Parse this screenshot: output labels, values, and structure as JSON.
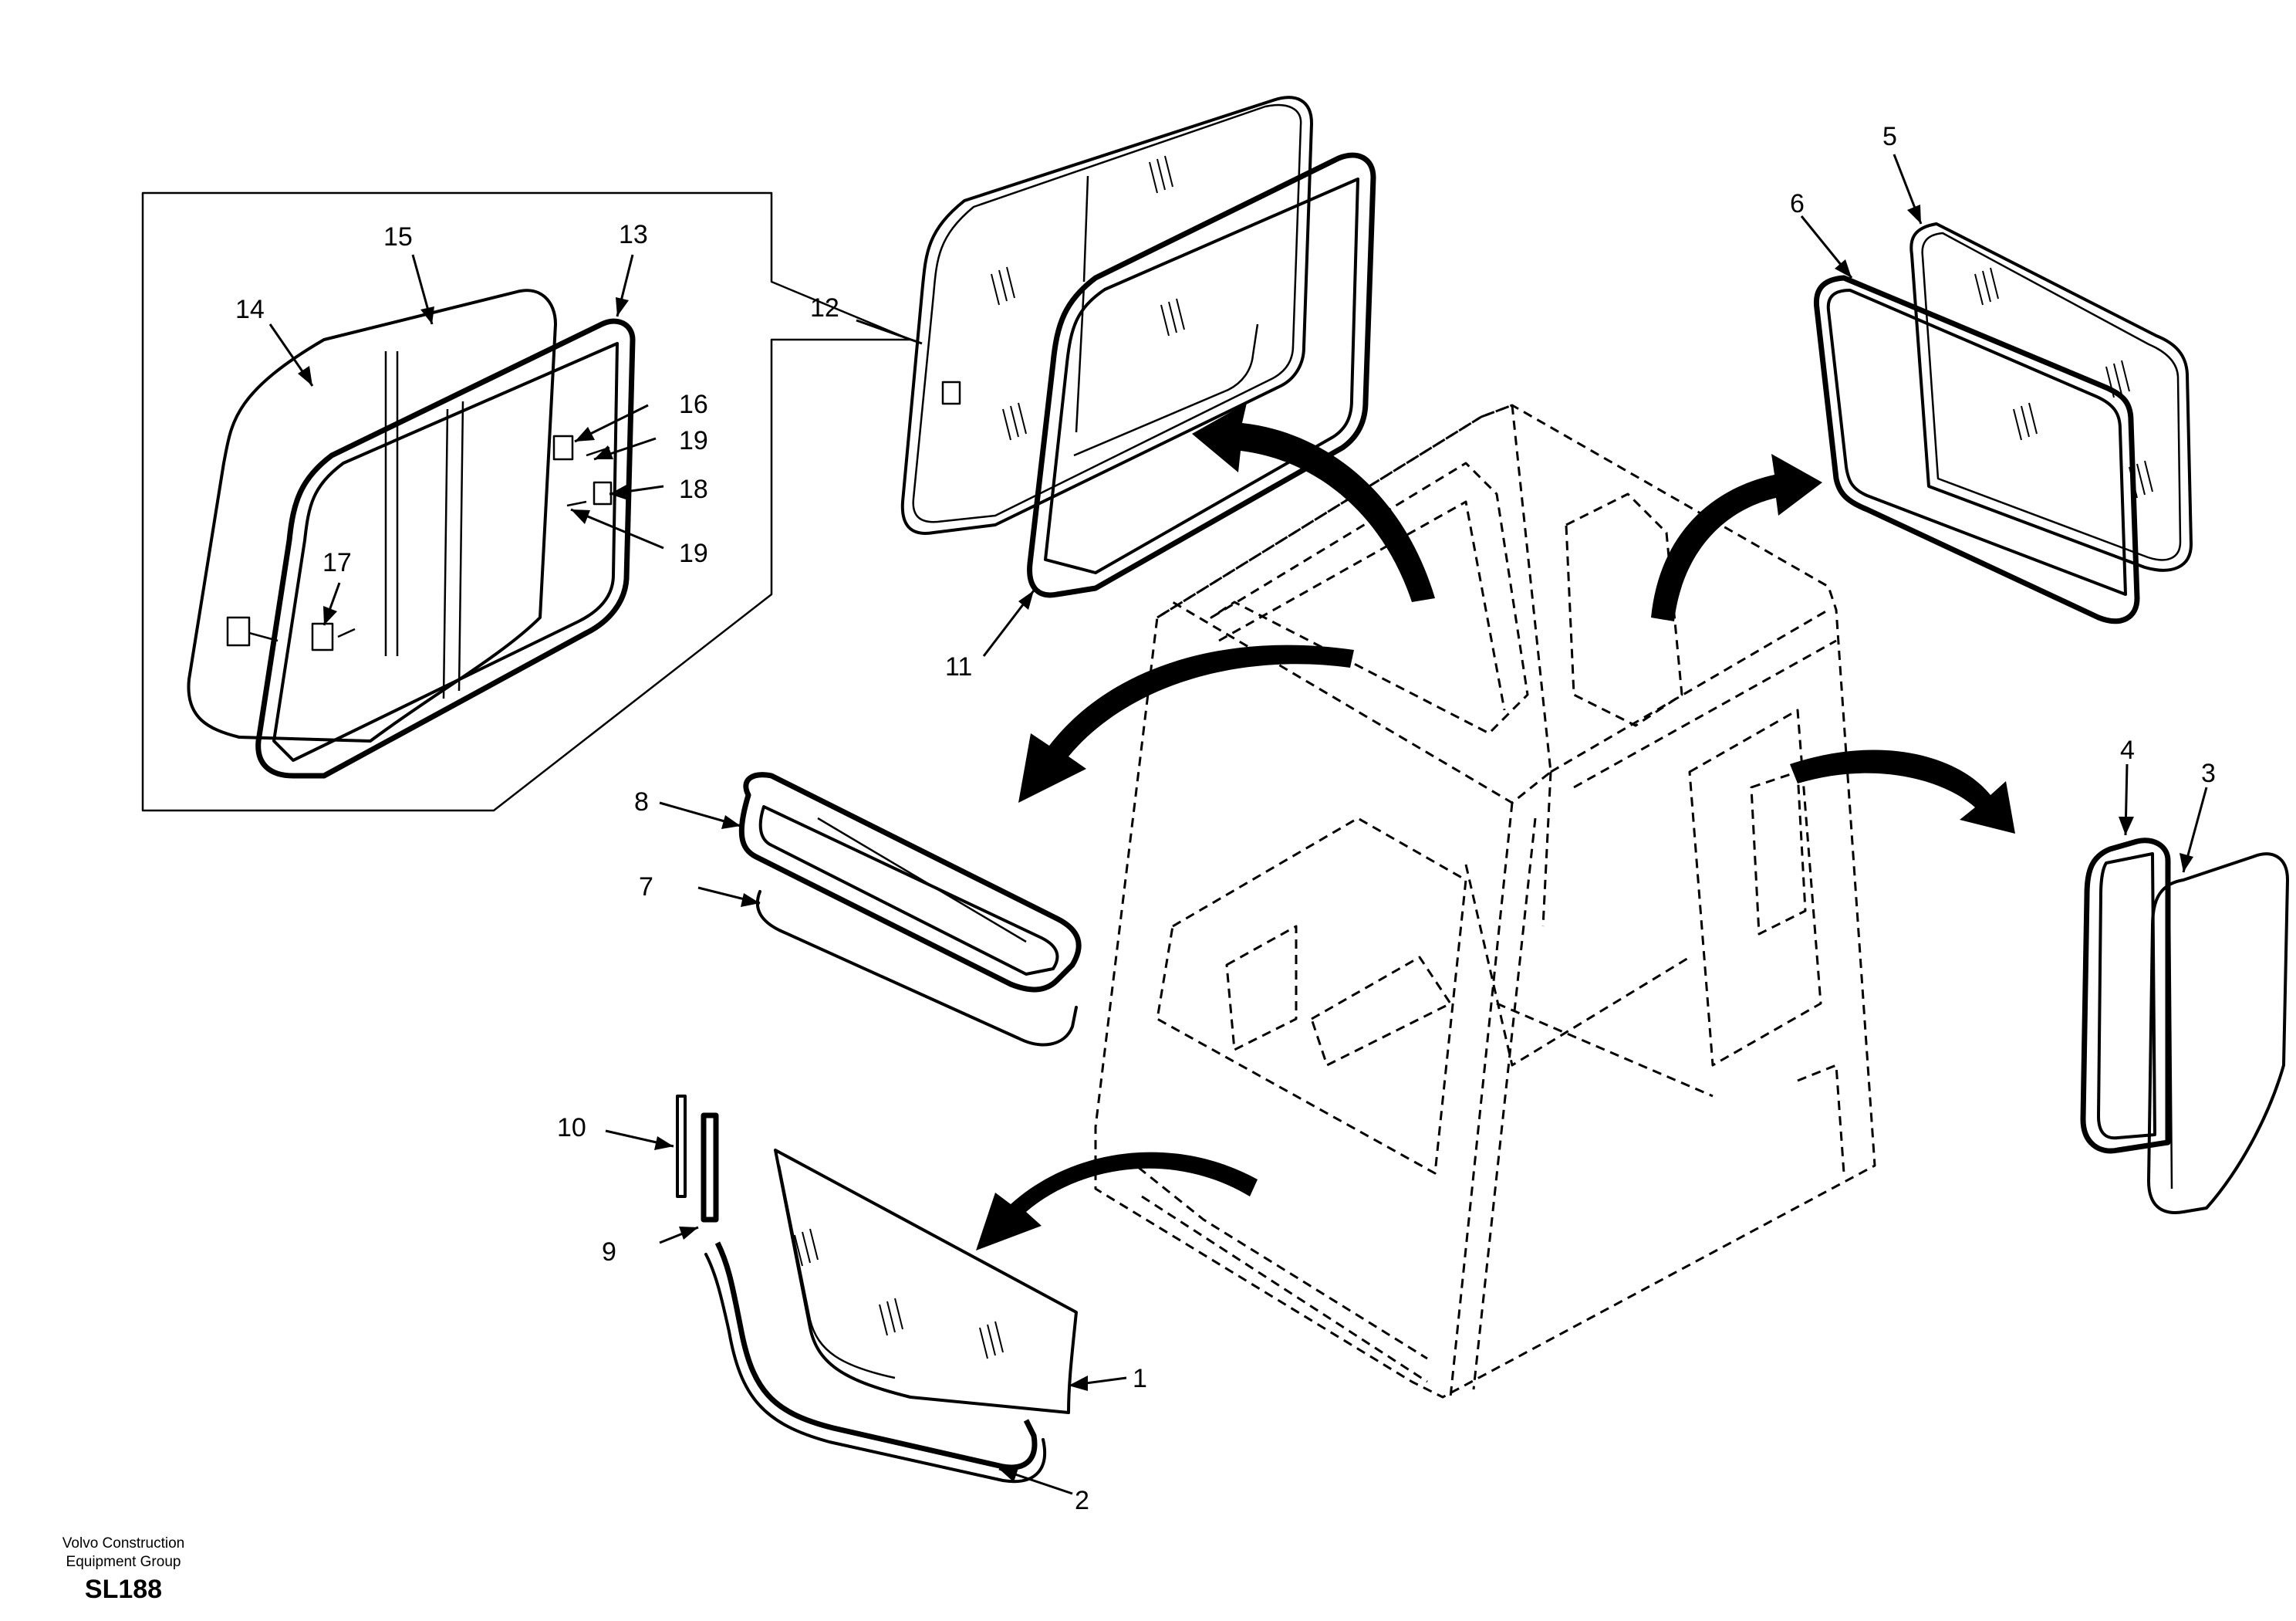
{
  "callouts": {
    "c1": "1",
    "c2": "2",
    "c3": "3",
    "c4": "4",
    "c5": "5",
    "c6": "6",
    "c7": "7",
    "c8": "8",
    "c9": "9",
    "c10": "10",
    "c11": "11",
    "c12": "12",
    "c13": "13",
    "c14": "14",
    "c15": "15",
    "c16": "16",
    "c17": "17",
    "c18": "18",
    "c19a": "19",
    "c19b": "19"
  },
  "footer": {
    "company_line1": "Volvo Construction",
    "company_line2": "Equipment Group",
    "code": "SL188"
  }
}
